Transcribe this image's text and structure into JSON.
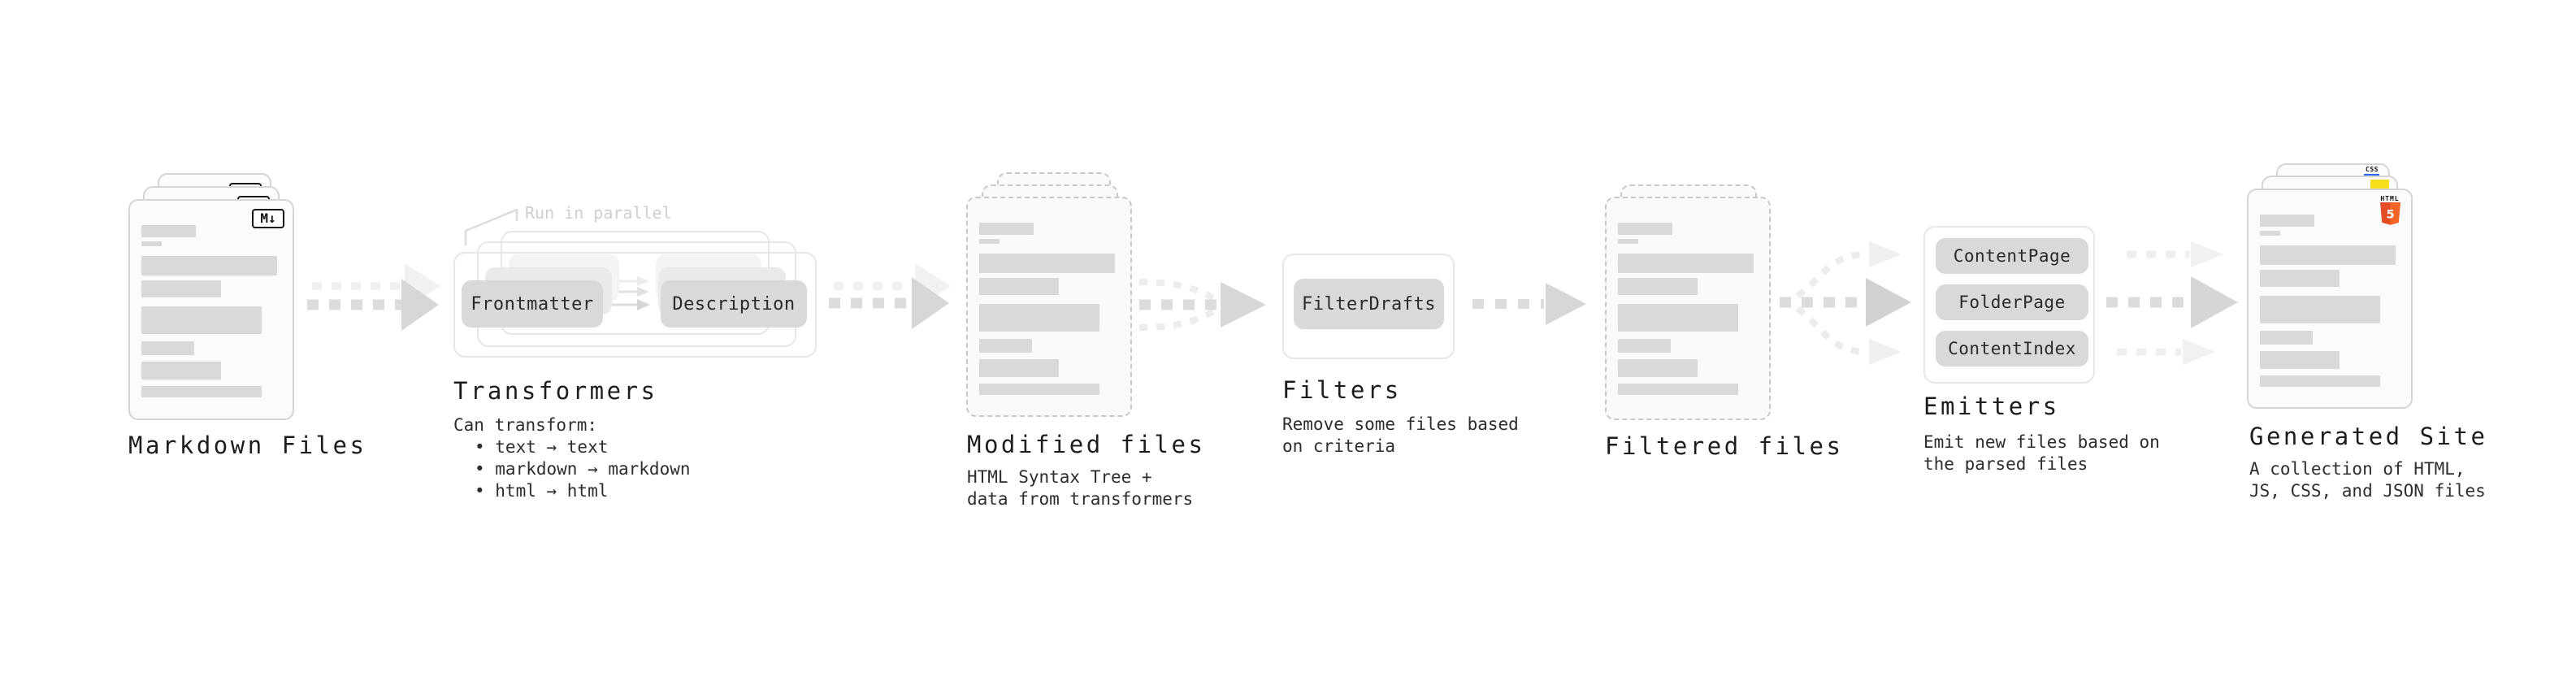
{
  "stages": {
    "markdown": {
      "title": "Markdown Files",
      "badge": "M↓"
    },
    "transformers": {
      "title": "Transformers",
      "note": "Run in parallel",
      "box_a": "Frontmatter",
      "box_b": "Description",
      "desc_heading": "Can transform:",
      "bullets": [
        "• text → text",
        "• markdown → markdown",
        "• html → html"
      ]
    },
    "modified": {
      "title": "Modified files",
      "desc": [
        "HTML Syntax Tree +",
        "data from transformers"
      ]
    },
    "filters": {
      "title": "Filters",
      "box": "FilterDrafts",
      "desc": [
        "Remove some files based",
        "on criteria"
      ]
    },
    "filtered": {
      "title": "Filtered files"
    },
    "emitters": {
      "title": "Emitters",
      "boxes": [
        "ContentPage",
        "FolderPage",
        "ContentIndex"
      ],
      "desc": [
        "Emit new files based on",
        "the parsed files"
      ]
    },
    "generated": {
      "title": "Generated Site",
      "desc": [
        "A collection of HTML,",
        "JS, CSS, and JSON files"
      ],
      "icons": {
        "html_label": "HTML",
        "html_number": "5",
        "css_label": "CSS"
      }
    }
  },
  "colors": {
    "doc_fill": "#fbfbfb",
    "doc_border": "#d5d5d5",
    "dashed_border": "#c8c8c8",
    "bar_gray": "#d9d9d9",
    "box_gray": "#d9d9d9",
    "frame_border": "#e7e7e7",
    "arrow_dark": "#dcdcdc",
    "arrow_light": "#efefef",
    "note_gray": "#cfcfcf",
    "html5_orange": "#e44d26",
    "html5_orange_light": "#f16529",
    "js_yellow": "#f7df1e",
    "css_blue": "#2965f1"
  }
}
